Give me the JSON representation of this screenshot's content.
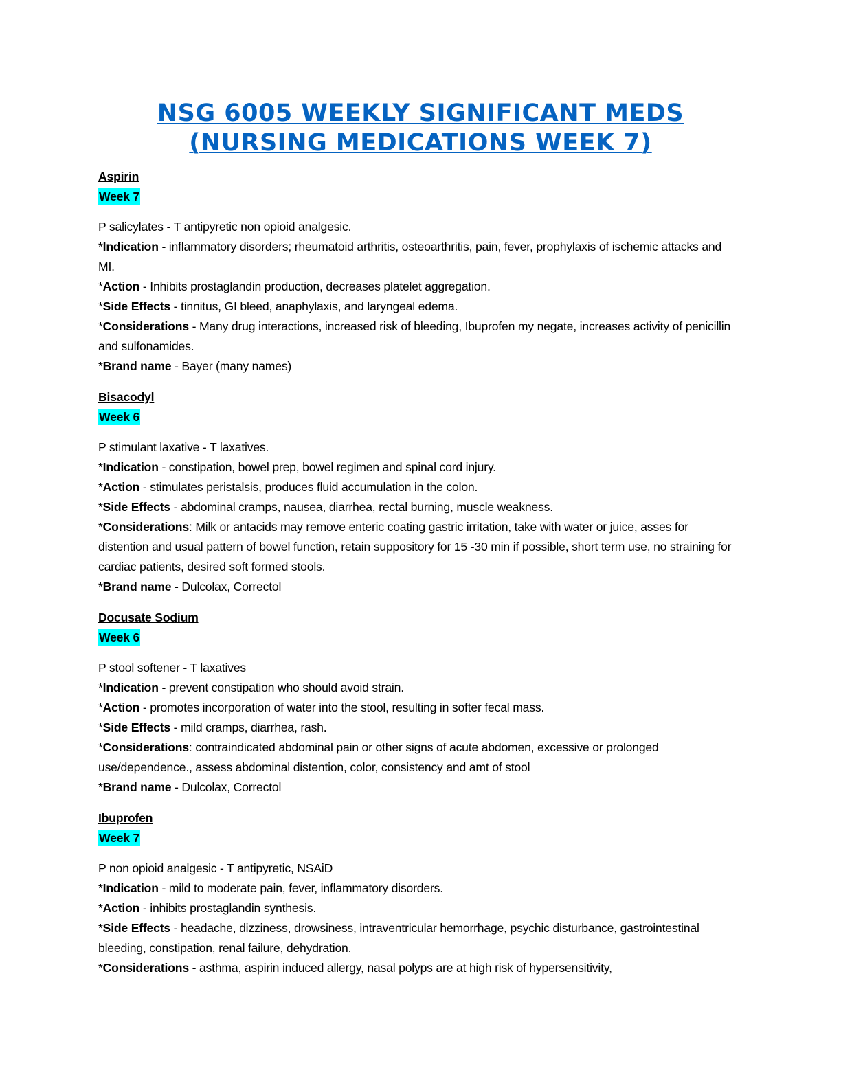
{
  "title_line1": "NSG 6005 WEEKLY SIGNIFICANT MEDS",
  "title_line2": "(NURSING MEDICATIONS WEEK 7)",
  "highlight_color": "#00FFFF",
  "title_color": "#0563C1",
  "drugs": [
    {
      "name": "Aspirin",
      "week": "Week 7",
      "class": "P salicylates - T antipyretic non opioid analgesic.",
      "fields": [
        {
          "label": "Indication",
          "sep": " - ",
          "text": "inflammatory disorders; rheumatoid arthritis, osteoarthritis, pain, fever, prophylaxis of ischemic attacks and MI."
        },
        {
          "label": "Action",
          "sep": " - ",
          "text": "Inhibits prostaglandin production, decreases platelet aggregation."
        },
        {
          "label": "Side Effects",
          "sep": " - ",
          "text": "tinnitus, GI bleed, anaphylaxis, and laryngeal edema."
        },
        {
          "label": "Considerations",
          "sep": " - ",
          "text": "Many drug interactions, increased risk of bleeding, Ibuprofen my negate, increases activity of penicillin and sulfonamides."
        },
        {
          "label": "Brand name",
          "sep": " - ",
          "text": "Bayer (many names)"
        }
      ]
    },
    {
      "name": "Bisacodyl",
      "week": "Week 6",
      "class": "P stimulant laxative - T laxatives.",
      "fields": [
        {
          "label": "Indication",
          "sep": " - ",
          "text": "constipation, bowel prep, bowel regimen and spinal cord injury."
        },
        {
          "label": "Action",
          "sep": " - ",
          "text": "stimulates peristalsis, produces fluid accumulation in the colon."
        },
        {
          "label": "Side Effects",
          "sep": " - ",
          "text": "abdominal cramps, nausea, diarrhea, rectal burning, muscle weakness."
        },
        {
          "label": "Considerations",
          "sep": ": ",
          "text": "Milk or antacids may remove enteric coating gastric irritation, take with water or juice, asses for distention and usual pattern of bowel function, retain suppository for 15 -30 min if possible, short term use, no straining for cardiac patients, desired soft formed stools."
        },
        {
          "label": "Brand name",
          "sep": " - ",
          "text": "Dulcolax, Correctol"
        }
      ]
    },
    {
      "name": "Docusate Sodium",
      "week": "Week 6",
      "class": "P stool softener - T laxatives",
      "fields": [
        {
          "label": "Indication",
          "sep": " - ",
          "text": "prevent constipation who should avoid strain."
        },
        {
          "label": "Action",
          "sep": " - ",
          "text": "promotes incorporation of water into the stool, resulting in softer fecal mass."
        },
        {
          "label": "Side Effects",
          "sep": " - ",
          "text": "mild cramps, diarrhea, rash."
        },
        {
          "label": "Considerations",
          "sep": ": ",
          "text": "contraindicated abdominal pain or other signs of acute abdomen, excessive or prolonged use/dependence., assess abdominal distention, color, consistency and amt of stool"
        },
        {
          "label": "Brand name",
          "sep": " - ",
          "text": "Dulcolax, Correctol"
        }
      ]
    },
    {
      "name": "Ibuprofen",
      "week": "Week 7",
      "class": "P non opioid analgesic - T antipyretic, NSAiD",
      "fields": [
        {
          "label": "Indication",
          "sep": " - ",
          "text": "mild to moderate pain, fever, inflammatory disorders."
        },
        {
          "label": "Action",
          "sep": " - ",
          "text": "inhibits prostaglandin synthesis."
        },
        {
          "label": "Side Effects",
          "sep": " - ",
          "text": "headache, dizziness, drowsiness, intraventricular hemorrhage, psychic disturbance, gastrointestinal bleeding, constipation, renal failure, dehydration."
        },
        {
          "label": "Considerations",
          "sep": " - ",
          "text": "asthma, aspirin induced allergy, nasal polyps are at high risk of hypersensitivity,"
        }
      ]
    }
  ]
}
